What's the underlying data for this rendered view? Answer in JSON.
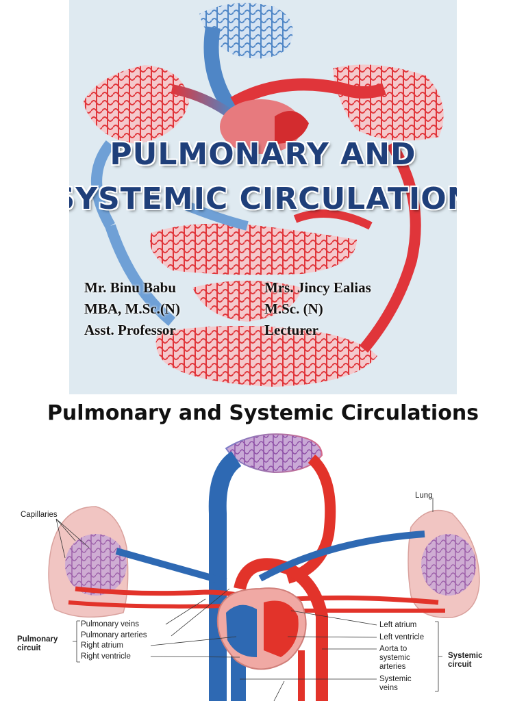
{
  "cover": {
    "title_line1": "PULMONARY AND",
    "title_line2": "SYSTEMIC CIRCULATION",
    "author1": {
      "name": "Mr. Binu Babu",
      "degrees": "MBA, M.Sc.(N)",
      "role": "Asst. Professor"
    },
    "author2": {
      "name": "Mrs. Jincy Ealias",
      "degrees": "M.Sc. (N)",
      "role": "Lecturer"
    }
  },
  "figure": {
    "heading": "Pulmonary and Systemic Circulations",
    "labels": {
      "capillaries": "Capillaries",
      "lung": "Lung",
      "pulmonary_circuit_1": "Pulmonary",
      "pulmonary_circuit_2": "circuit",
      "pulmonary_veins": "Pulmonary veins",
      "pulmonary_arteries": "Pulmonary arteries",
      "right_atrium": "Right atrium",
      "right_ventricle": "Right ventricle",
      "left_atrium": "Left atrium",
      "left_ventricle": "Left ventricle",
      "aorta_1": "Aorta to",
      "aorta_2": "systemic",
      "aorta_3": "arteries",
      "systemic_veins_1": "Systemic",
      "systemic_veins_2": "veins",
      "systemic_circuit_1": "Systemic",
      "systemic_circuit_2": "circuit"
    }
  },
  "colors": {
    "artery": "#e2332a",
    "vein": "#2e69b3",
    "title": "#1f3f7a"
  }
}
